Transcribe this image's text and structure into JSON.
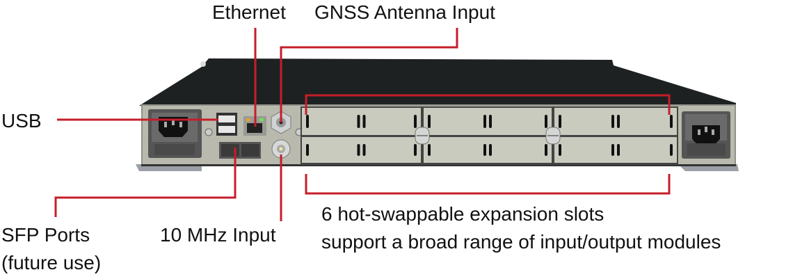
{
  "labels": {
    "ethernet": "Ethernet",
    "gnss": "GNSS Antenna Input",
    "usb": "USB",
    "sfp_line1": "SFP Ports",
    "sfp_line2": "(future use)",
    "mhz": "10 MHz Input",
    "slots_line1": "6 hot-swappable expansion slots",
    "slots_line2": "support a broad range of input/output modules"
  },
  "colors": {
    "callout": "#c41e2a",
    "chassis": "#1d2122",
    "panel": "#b9b9ad",
    "slot": "#c9cbbf"
  }
}
